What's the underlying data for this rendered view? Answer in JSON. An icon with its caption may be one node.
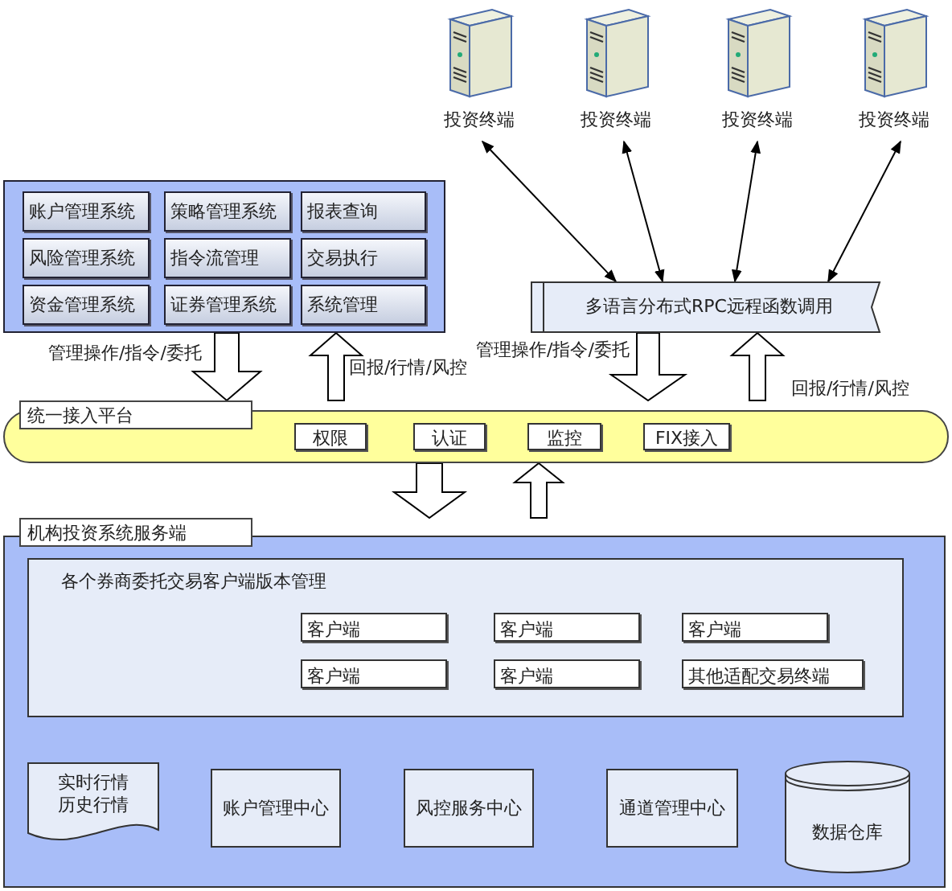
{
  "diagram": {
    "nodes": [
      {
        "text": [
          "投资终端"
        ]
      },
      {
        "text": [
          "投资终端"
        ]
      },
      {
        "text": [
          "投资终端"
        ]
      },
      {
        "text": [
          "投资终端"
        ]
      },
      {
        "text": [],
        "shape": "box"
      },
      {
        "text": [
          "账户管理系统"
        ],
        "in": 4
      },
      {
        "text": [
          "策略管理系统"
        ],
        "in": 4
      },
      {
        "text": [
          "报表查询"
        ],
        "in": 4
      },
      {
        "text": [
          "风险管理系统"
        ],
        "in": 4
      },
      {
        "text": [
          "指令流管理"
        ],
        "in": 4
      },
      {
        "text": [
          "交易执行"
        ],
        "in": 4
      },
      {
        "text": [
          "资金管理系统"
        ],
        "in": 4
      },
      {
        "text": [
          "证券管理系统"
        ],
        "in": 4
      },
      {
        "text": [
          "系统管理"
        ],
        "in": 4
      },
      {
        "text": [
          "多语言分布式RPC远程函数调用"
        ]
      },
      {
        "text": [
          "统一接入平台"
        ]
      },
      {
        "text": [
          "权限"
        ],
        "in": 15
      },
      {
        "text": [
          "认证"
        ],
        "in": 15
      },
      {
        "text": [
          "监控"
        ],
        "in": 15
      },
      {
        "text": [
          "FIX接入"
        ],
        "in": 15
      },
      {
        "text": [
          "机构投资系统服务端"
        ]
      },
      {
        "text": [
          "各个券商委托交易客户端版本管理"
        ],
        "in": 20
      },
      {
        "text": [
          "客户端"
        ],
        "in": 21
      },
      {
        "text": [
          "客户端"
        ],
        "in": 21
      },
      {
        "text": [
          "客户端"
        ],
        "in": 21
      },
      {
        "text": [
          "客户端"
        ],
        "in": 21
      },
      {
        "text": [
          "客户端"
        ],
        "in": 21
      },
      {
        "text": [
          "其他适配交易终端"
        ],
        "in": 21
      },
      {
        "text": [
          "实时行情",
          "历史行情"
        ],
        "in": 20
      },
      {
        "text": [
          "账户管理中心"
        ],
        "in": 20
      },
      {
        "text": [
          "风控服务中心"
        ],
        "in": 20
      },
      {
        "text": [
          "通道管理中心"
        ],
        "in": 20
      },
      {
        "text": [
          "数据仓库"
        ],
        "in": 20
      }
    ],
    "edges": [
      {
        "from": 0,
        "to": 14,
        "arrow": "both"
      },
      {
        "from": 1,
        "to": 14,
        "arrow": "both"
      },
      {
        "from": 2,
        "to": 14,
        "arrow": "both"
      },
      {
        "from": 3,
        "to": 14,
        "arrow": "both"
      },
      {
        "from": 4,
        "to": 15,
        "arrow": "to",
        "label": "管理操作/指令/委托",
        "style": "thick"
      },
      {
        "from": 15,
        "to": 4,
        "arrow": "to",
        "label": "回报/行情/风控",
        "style": "thick"
      },
      {
        "from": 14,
        "to": 15,
        "arrow": "to",
        "label": "管理操作/指令/委托",
        "style": "thick"
      },
      {
        "from": 15,
        "to": 14,
        "arrow": "to",
        "label": "回报/行情/风控",
        "style": "thick"
      },
      {
        "from": 15,
        "to": 20,
        "arrow": "to",
        "style": "thick"
      },
      {
        "from": 20,
        "to": 15,
        "arrow": "to",
        "style": "thick"
      }
    ]
  }
}
